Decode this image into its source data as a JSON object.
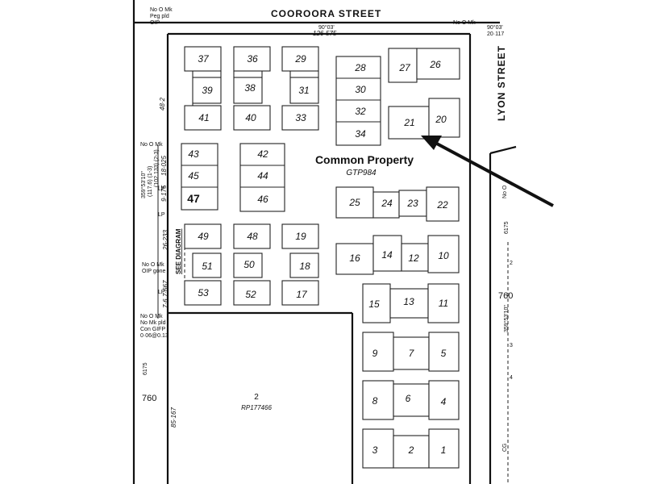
{
  "streets": {
    "cooroora": "COOROORA   STREET",
    "lyon": "LYON   STREET"
  },
  "common_property": {
    "title": "Common Property",
    "plan": "GTP984"
  },
  "lots": {
    "l1": "1",
    "l2": "2",
    "l3": "3",
    "l4": "4",
    "l5": "5",
    "l6": "6",
    "l7": "7",
    "l8": "8",
    "l9": "9",
    "l10": "10",
    "l11": "11",
    "l12": "12",
    "l13": "13",
    "l14": "14",
    "l15": "15",
    "l16": "16",
    "l17": "17",
    "l18": "18",
    "l19": "19",
    "l20": "20",
    "l21": "21",
    "l22": "22",
    "l23": "23",
    "l24": "24",
    "l25": "25",
    "l26": "26",
    "l27": "27",
    "l28": "28",
    "l29": "29",
    "l30": "30",
    "l31": "31",
    "l32": "32",
    "l33": "33",
    "l34": "34",
    "l36": "36",
    "l37": "37",
    "l38": "38",
    "l39": "39",
    "l40": "40",
    "l41": "41",
    "l42": "42",
    "l43": "43",
    "l44": "44",
    "l45": "45",
    "l46": "46",
    "l47": "47",
    "l48": "48",
    "l49": "49",
    "l50": "50",
    "l51": "51",
    "l52": "52",
    "l53": "53"
  },
  "lot2": {
    "number": "2",
    "plan": "RP177466"
  },
  "annotations": {
    "no_o_mk_peg": "No O Mk",
    "peg_pld": "Peg pld",
    "oip": "OIP",
    "top_mark_right": "No O Mk",
    "bearing_top": "90°03'",
    "dist_top": "126·575",
    "bearing_right": "90°03'",
    "dist_right": "20·117",
    "dim_48_2": "48·2",
    "no_o_mk_2": "No O Mk",
    "dim_18_025": "18·025",
    "dim_9_175": "9·175",
    "lp1": "LP",
    "lp2": "LP",
    "bearing_left": "359°53'10\"",
    "dist_117": "(117.6) (1-3)",
    "dist_102": "(102.133) (2-3)",
    "dim_26_233": "26·233",
    "see_diagram": "SEE DIAGRAM",
    "no_o_mk_3": "No O Mk",
    "oip_gone": "OIP gone",
    "dim_7_667": "7·667",
    "lp3": "LP",
    "dim_7_6": "7·6",
    "no_o_mk_4": "No O Mk",
    "no_mk_pld": "No Mk pld",
    "con_gifp": "Con GIFP",
    "con_dims": "0·06@0.13",
    "dim_6175_left": "6175",
    "dim_760_left": "760",
    "dim_85_167": "85·167",
    "dim_6175_right": "6175",
    "dim_760_right": "760",
    "bearing_right2": "359°53'10\"",
    "no_o_right": "No O",
    "cg": "CG",
    "small_2": "2",
    "small_3": "3",
    "small_4": "4"
  },
  "arrow": {
    "target_lot": "21"
  }
}
